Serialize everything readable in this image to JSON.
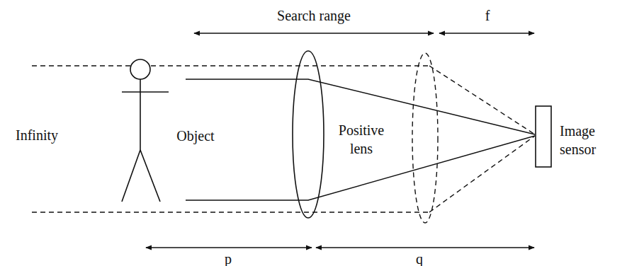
{
  "diagram": {
    "labels": [
      "Search range",
      "f",
      "Infinity",
      "Object",
      "Positive lens",
      "Image sensor",
      "p",
      "q"
    ]
  }
}
